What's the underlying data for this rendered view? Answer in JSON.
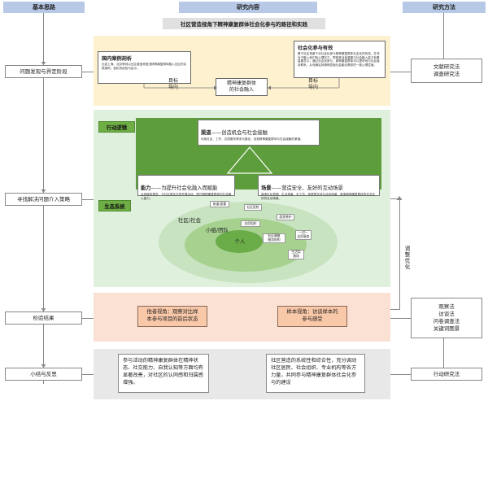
{
  "headers": {
    "left": "基本思路",
    "center": "研究内容",
    "right": "研究方法"
  },
  "title_bar": "社区营造视角下精神康复群体社会化参与的路径和实践",
  "left_steps": [
    "问题发现与界定阶段",
    "寻找解决问题介入策略",
    "检验结果",
    "小结与反思"
  ],
  "right_methods": [
    "文献研究法\n调查研究法",
    "观察法\n访谈法\n问卷调查法\n关键词图景",
    "行动研究法"
  ],
  "adjust_label": "调整优化",
  "stage1": {
    "domestic": {
      "title": "国内案例剖析",
      "text": "比如上海、北京等地以社区营造来推进精神康复群体融入社区的实践案例，剖析其经验与启示。"
    },
    "social": {
      "title": "社会化参与有效",
      "text": "基于社区场景下对社会化参与精神康复群体社会化的有效，并非对于融入他们有心理压力，帮助其自我重建与社会融入能力有着重要意义；通过社会化参与，精神康复群体可以更好地与社会保持联系，从而满足其精神层面社会融合需求的一致心理层面。"
    },
    "center": "精神康复群体\n的社会融入",
    "goal_left": "目标\n导向",
    "goal_right": "目标\n导向"
  },
  "stage2": {
    "action_logic": "行动逻辑",
    "eco_system": "生态系统",
    "channel": {
      "title": "渠道",
      "subtitle": "——创造机会与社会接触",
      "text": "利用社区、工作、志愿服务等多元路径，创造精神康复群体与社会接触的渠道。"
    },
    "ability": {
      "title": "能力",
      "subtitle": "——为提升社会化融入而赋能",
      "text": "运用赋权理念，与社区居民共同开展活动，提升精神康复群体的社会融入能力。"
    },
    "scene": {
      "title": "场景",
      "subtitle": "——营造安全、友好的互动场景",
      "text": "营造社区氛围、生活场景、手工坊、家庭等支持与活动场景，营造精神康复群体的安全友好的互动场景。"
    },
    "rings": {
      "outer": "社区/社会",
      "middle": "小组/团队",
      "inner": "个人"
    },
    "chips": [
      "街道/居委",
      "社区医院",
      "居家养护",
      "志愿组织",
      "社区康复\n服务机构",
      "一对一\n志愿服务",
      "生活实\n践场"
    ]
  },
  "stage3": {
    "left": "他者视角：观察对比样\n本参与项目的前后状态",
    "right": "样本视角：访谈样本的\n参与感受"
  },
  "stage4": {
    "left": "参与活动的精神康复群体在精神状态、社交能力、自我认知等方面均有显著改善，对社区的认同感和归属感增强。",
    "right": "社区营造的系统性和综合性，充分调动社区居民、社会组织、专业机构等各方力量，共同参与精神康复群体社会化参与的建设"
  },
  "colors": {
    "header_blue": "#b7c9e6",
    "stage1_bg": "#fdf1cf",
    "stage2_bg": "#dff0dc",
    "stage2_dark": "#5e9d3b",
    "stage3_bg": "#fbe1d3",
    "stage4_bg": "#e8e8e8"
  }
}
